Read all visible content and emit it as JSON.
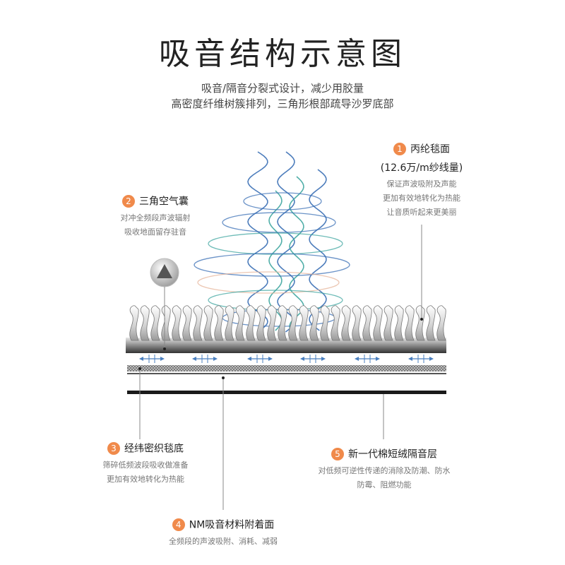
{
  "header": {
    "title": "吸音结构示意图",
    "subtitle_line1": "吸音/隔音分裂式设计，减少用胶量",
    "subtitle_line2": "高密度纤维树簇排列，三角形根部疏导沙罗底部"
  },
  "callouts": [
    {
      "number": "1",
      "title": "丙纶毯面",
      "sub": "(12.6万/m纱线量)",
      "desc": [
        "保证声波吸附及声能",
        "更加有效地转化为热能",
        "让音质听起来更美丽"
      ]
    },
    {
      "number": "2",
      "title": "三角空气囊",
      "desc": [
        "对冲全频段声波辐射",
        "吸收地面留存驻音"
      ]
    },
    {
      "number": "3",
      "title": "经纬密织毯底",
      "desc": [
        "筛碎低频波段吸收做准备",
        "更加有效地转化为热能"
      ]
    },
    {
      "number": "4",
      "title": "NM吸音材料附着面",
      "desc": [
        "全频段的声波吸附、消耗、减弱"
      ]
    },
    {
      "number": "5",
      "title": "新一代棉短绒隔音层",
      "desc": [
        "对低频可逆性传递的消除及防潮、防水",
        "防霉、阻燃功能"
      ]
    }
  ],
  "colors": {
    "accent": "#f08a4b",
    "wave_blue": "#3a6fb5",
    "wave_teal": "#3fa6a0",
    "wave_peach": "#e6b49a",
    "dark": "#222222"
  },
  "icons": {
    "triangle_badge": "triangle-icon"
  }
}
